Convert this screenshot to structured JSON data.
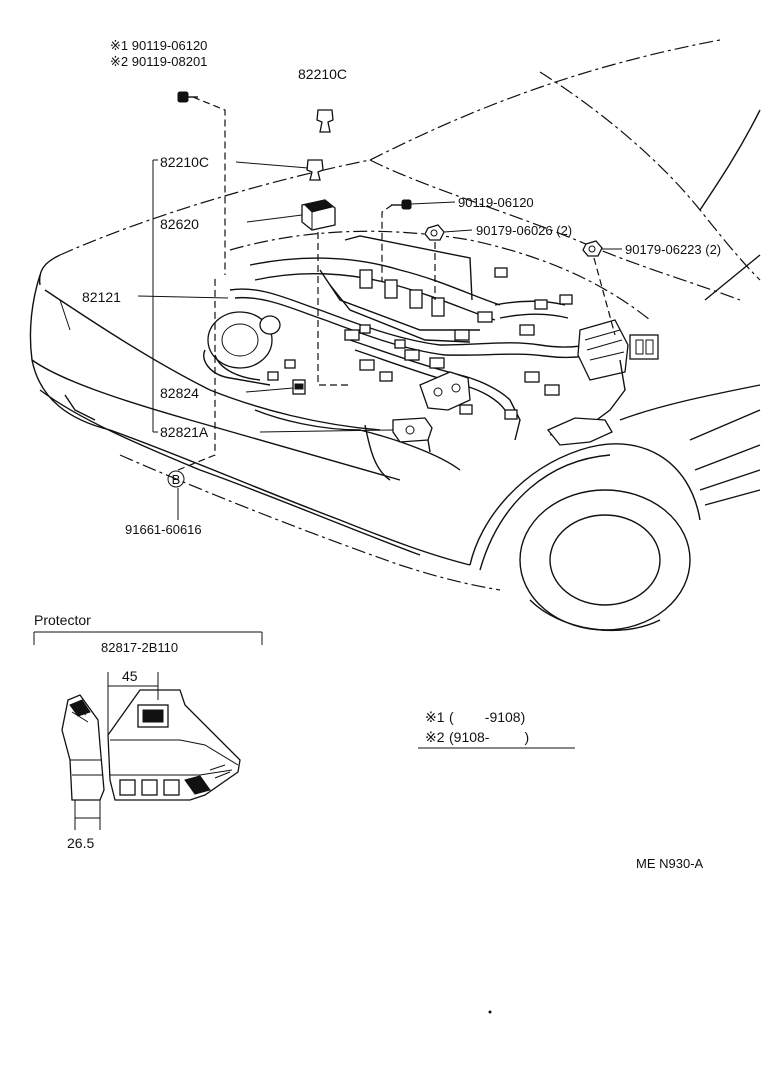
{
  "callouts": {
    "bolt_variant_1": "※1 90119-06120",
    "bolt_variant_2": "※2 90119-08201",
    "top_clip": "82210C",
    "left_clip": "82210C",
    "relay_block": "82620",
    "harness": "82121",
    "connector_bracket": "82824",
    "clamp": "82821A",
    "bolt_right": "90119-06120",
    "nut_right_1": "90179-06026 (2)",
    "nut_right_2": "90179-06223 (2)",
    "ref_marker": "B",
    "rivet": "91661-60616"
  },
  "protector": {
    "title": "Protector",
    "part_number": "82817-2B110",
    "dim_width": "45",
    "dim_depth": "26.5"
  },
  "legend": {
    "line1_mark": "※1",
    "line1_range": "(        -9108)",
    "line2_mark": "※2",
    "line2_range": "(9108-         )"
  },
  "diagram_code": "ME N930-A"
}
